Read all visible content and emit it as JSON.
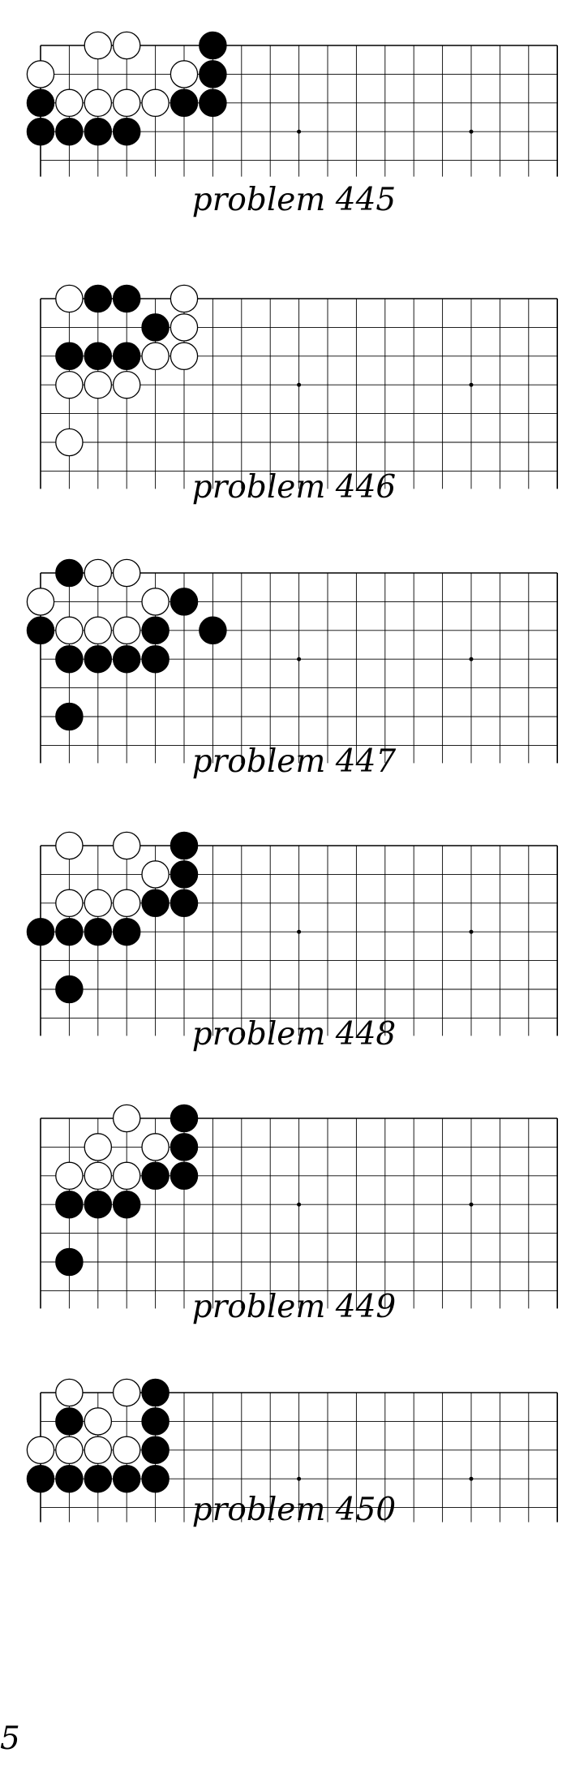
{
  "colors": {
    "black_stone": "#000000",
    "white_stone": "#ffffff",
    "grid_line": "#000000"
  },
  "problems": [
    {
      "caption": "problem 445",
      "black": [
        [
          6,
          0
        ],
        [
          6,
          1
        ],
        [
          0,
          2
        ],
        [
          5,
          2
        ],
        [
          6,
          2
        ],
        [
          0,
          3
        ],
        [
          1,
          3
        ],
        [
          2,
          3
        ],
        [
          3,
          3
        ]
      ],
      "white": [
        [
          2,
          0
        ],
        [
          3,
          0
        ],
        [
          0,
          1
        ],
        [
          5,
          1
        ],
        [
          1,
          2
        ],
        [
          2,
          2
        ],
        [
          3,
          2
        ],
        [
          4,
          2
        ]
      ]
    },
    {
      "caption": "problem 446",
      "black": [
        [
          2,
          0
        ],
        [
          3,
          0
        ],
        [
          4,
          1
        ],
        [
          1,
          2
        ],
        [
          2,
          2
        ],
        [
          3,
          2
        ]
      ],
      "white": [
        [
          1,
          0
        ],
        [
          5,
          0
        ],
        [
          5,
          1
        ],
        [
          4,
          2
        ],
        [
          5,
          2
        ],
        [
          1,
          3
        ],
        [
          2,
          3
        ],
        [
          3,
          3
        ],
        [
          1,
          5
        ]
      ]
    },
    {
      "caption": "problem 447",
      "black": [
        [
          1,
          0
        ],
        [
          5,
          1
        ],
        [
          0,
          2
        ],
        [
          4,
          2
        ],
        [
          6,
          2
        ],
        [
          1,
          3
        ],
        [
          2,
          3
        ],
        [
          3,
          3
        ],
        [
          4,
          3
        ],
        [
          1,
          5
        ]
      ],
      "white": [
        [
          2,
          0
        ],
        [
          3,
          0
        ],
        [
          0,
          1
        ],
        [
          4,
          1
        ],
        [
          1,
          2
        ],
        [
          2,
          2
        ],
        [
          3,
          2
        ]
      ]
    },
    {
      "caption": "problem 448",
      "black": [
        [
          5,
          0
        ],
        [
          5,
          1
        ],
        [
          4,
          2
        ],
        [
          5,
          2
        ],
        [
          0,
          3
        ],
        [
          1,
          3
        ],
        [
          2,
          3
        ],
        [
          3,
          3
        ],
        [
          1,
          5
        ]
      ],
      "white": [
        [
          1,
          0
        ],
        [
          3,
          0
        ],
        [
          4,
          1
        ],
        [
          1,
          2
        ],
        [
          2,
          2
        ],
        [
          3,
          2
        ]
      ]
    },
    {
      "caption": "problem 449",
      "black": [
        [
          5,
          0
        ],
        [
          5,
          1
        ],
        [
          4,
          2
        ],
        [
          5,
          2
        ],
        [
          1,
          3
        ],
        [
          2,
          3
        ],
        [
          3,
          3
        ],
        [
          1,
          5
        ]
      ],
      "white": [
        [
          3,
          0
        ],
        [
          2,
          1
        ],
        [
          4,
          1
        ],
        [
          1,
          2
        ],
        [
          2,
          2
        ],
        [
          3,
          2
        ]
      ]
    },
    {
      "caption": "problem 450",
      "black": [
        [
          4,
          0
        ],
        [
          1,
          1
        ],
        [
          4,
          1
        ],
        [
          4,
          2
        ],
        [
          0,
          3
        ],
        [
          1,
          3
        ],
        [
          2,
          3
        ],
        [
          3,
          3
        ],
        [
          4,
          3
        ]
      ],
      "white": [
        [
          1,
          0
        ],
        [
          3,
          0
        ],
        [
          2,
          1
        ],
        [
          0,
          2
        ],
        [
          1,
          2
        ],
        [
          2,
          2
        ],
        [
          3,
          2
        ]
      ]
    }
  ],
  "page_number": "5"
}
